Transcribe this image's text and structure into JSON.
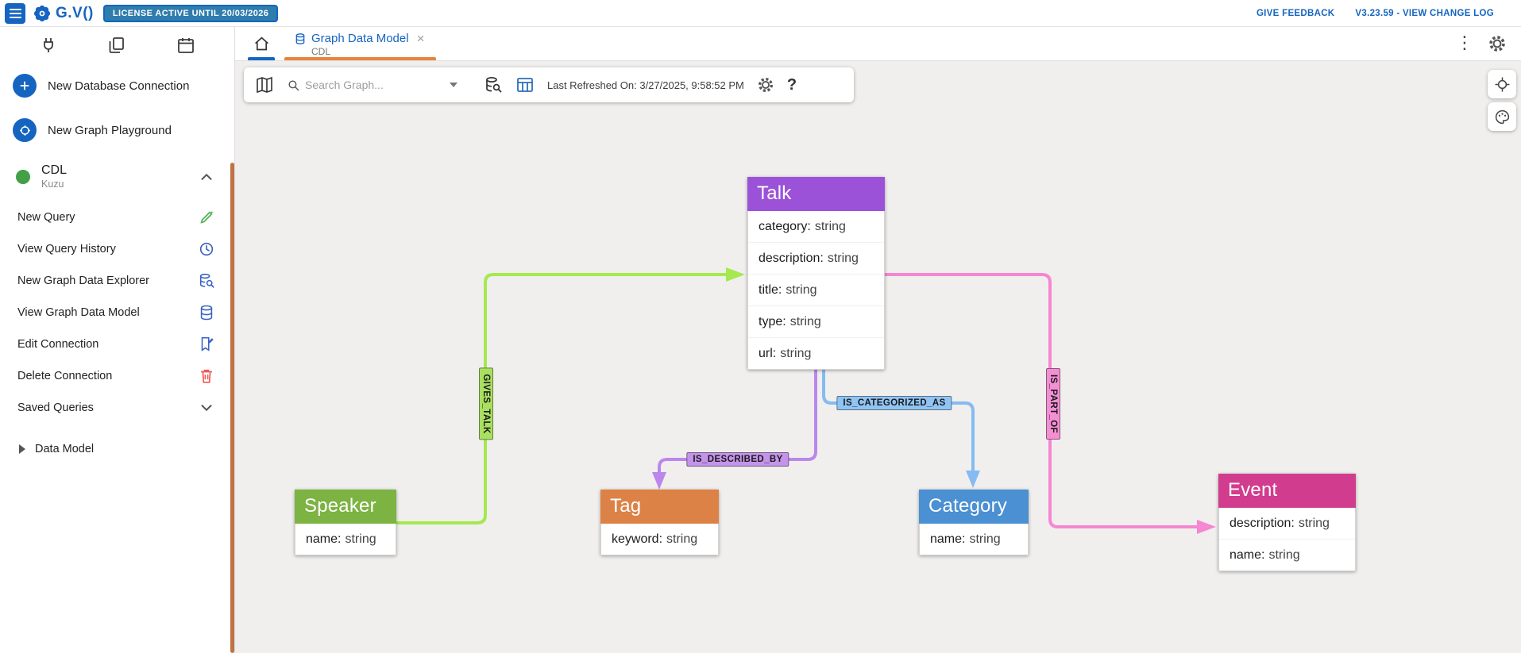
{
  "topbar": {
    "logo_text": "G.V()",
    "license_badge": "LICENSE ACTIVE UNTIL 20/03/2026",
    "give_feedback": "GIVE FEEDBACK",
    "version_link": "V3.23.59 - VIEW CHANGE LOG"
  },
  "sidebar": {
    "primary_actions": [
      {
        "label": "New Database Connection"
      },
      {
        "label": "New Graph Playground"
      }
    ],
    "connection": {
      "name": "CDL",
      "engine": "Kuzu"
    },
    "menu": [
      {
        "label": "New Query"
      },
      {
        "label": "View Query History"
      },
      {
        "label": "New Graph Data Explorer"
      },
      {
        "label": "View Graph Data Model"
      },
      {
        "label": "Edit Connection"
      },
      {
        "label": "Delete Connection"
      },
      {
        "label": "Saved Queries"
      }
    ],
    "tree": {
      "data_model_label": "Data Model"
    }
  },
  "tabbar": {
    "active_tab": {
      "title": "Graph Data Model",
      "subtitle": "CDL",
      "close": "×"
    }
  },
  "canvas_toolbar": {
    "search_placeholder": "Search Graph...",
    "last_refreshed": "Last Refreshed On: 3/27/2025, 9:58:52 PM",
    "help_label": "?"
  },
  "colors": {
    "brand_blue": "#1565c0",
    "badge_bg": "#2f7dad",
    "tab_underline_orange": "#e8843c",
    "sidebar_accent_orange": "#bf7345",
    "canvas_bg": "#f0efed",
    "delete_red": "#ef5350",
    "connection_green": "#43a047"
  },
  "graph": {
    "prop_separator": ":",
    "nodes": [
      {
        "label": "Talk",
        "color": "#9b52d8",
        "properties": [
          {
            "name": "category",
            "type": "string"
          },
          {
            "name": "description",
            "type": "string"
          },
          {
            "name": "title",
            "type": "string"
          },
          {
            "name": "type",
            "type": "string"
          },
          {
            "name": "url",
            "type": "string"
          }
        ]
      },
      {
        "label": "Speaker",
        "color": "#7cb342",
        "properties": [
          {
            "name": "name",
            "type": "string"
          }
        ]
      },
      {
        "label": "Tag",
        "color": "#dd8246",
        "properties": [
          {
            "name": "keyword",
            "type": "string"
          }
        ]
      },
      {
        "label": "Category",
        "color": "#4a90d2",
        "properties": [
          {
            "name": "name",
            "type": "string"
          }
        ]
      },
      {
        "label": "Event",
        "color": "#d13c8e",
        "properties": [
          {
            "name": "description",
            "type": "string"
          },
          {
            "name": "name",
            "type": "string"
          }
        ]
      }
    ],
    "edges": [
      {
        "label": "GIVES_TALK",
        "from": "Speaker",
        "to": "Talk",
        "color": "#a5e94e",
        "label_bg": "#a9e060"
      },
      {
        "label": "IS_DESCRIBED_BY",
        "from": "Talk",
        "to": "Tag",
        "color": "#bb87ec",
        "label_bg": "#c494ea"
      },
      {
        "label": "IS_CATEGORIZED_AS",
        "from": "Talk",
        "to": "Category",
        "color": "#85bbf2",
        "label_bg": "#90c4f2"
      },
      {
        "label": "IS_PART_OF",
        "from": "Talk",
        "to": "Event",
        "color": "#f687d2",
        "label_bg": "#f48fd4"
      }
    ]
  }
}
